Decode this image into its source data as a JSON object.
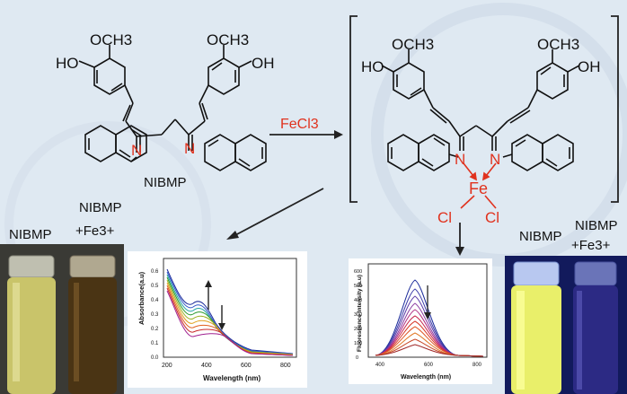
{
  "reactant": {
    "label": "NIBMP",
    "substituent_left": "HO",
    "methoxy_left": "OCH3",
    "methoxy_right": "OCH3",
    "substituent_right": "OH",
    "imine_n_left": "N",
    "imine_n_right": "N"
  },
  "reagent": {
    "text": "FeCl3"
  },
  "complex": {
    "substituent_left": "HO",
    "methoxy_left": "OCH3",
    "methoxy_right": "OCH3",
    "substituent_right": "OH",
    "imine_n_left": "N",
    "imine_n_right": "N",
    "metal": "Fe",
    "ligand_left": "Cl",
    "ligand_right": "Cl"
  },
  "vials_left": {
    "label_a": "NIBMP",
    "label_b_line1": "NIBMP",
    "label_b_line2": "+Fe3+"
  },
  "vials_right": {
    "label_a": "NIBMP",
    "label_b_line1": "NIBMP",
    "label_b_line2": "+Fe3+"
  },
  "absorbance_plot": {
    "ylabel": "Absorbance(a.u)",
    "xlabel": "Wavelength (nm)",
    "x_ticks": [
      "200",
      "400",
      "600",
      "800"
    ],
    "y_ticks": [
      "0.0",
      "0.1",
      "0.2",
      "0.3",
      "0.4",
      "0.5",
      "0.6"
    ]
  },
  "fluorescence_plot": {
    "ylabel": "Fluorescence Intensity (a.u)",
    "xlabel": "Wavelength (nm)",
    "x_ticks": [
      "400",
      "600",
      "800"
    ],
    "y_ticks": [
      "0",
      "100",
      "200",
      "300",
      "400",
      "500",
      "600"
    ]
  },
  "colors": {
    "background": "#dfe9f2",
    "red_atom": "#e0321e",
    "bond": "#111111",
    "arrow": "#222222"
  }
}
